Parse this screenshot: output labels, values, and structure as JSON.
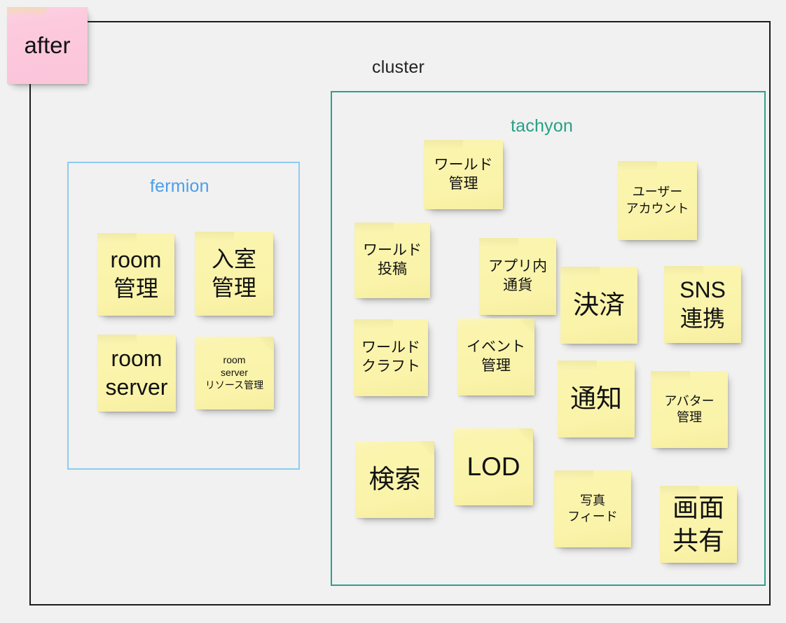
{
  "board": {
    "background_color": "#f1f1f1",
    "outer_frame_color": "#1c1c1c"
  },
  "pink_note": {
    "label": "after",
    "color": "#fcc9dd"
  },
  "labels": {
    "cluster": "cluster",
    "fermion": "fermion",
    "tachyon": "tachyon"
  },
  "colors": {
    "fermion_border": "#8ecbf0",
    "fermion_label": "#4a9eea",
    "tachyon_border": "#2f9e8f",
    "tachyon_label": "#26a086",
    "note_yellow": "#faf4ae"
  },
  "fermion_notes": [
    {
      "text": "room\n管理"
    },
    {
      "text": "入室\n管理"
    },
    {
      "text": "room\nserver"
    },
    {
      "text": "room\nserver\nリソース管理"
    }
  ],
  "tachyon_notes": [
    {
      "text": "ワールド\n管理"
    },
    {
      "text": "ユーザー\nアカウント"
    },
    {
      "text": "ワールド\n投稿"
    },
    {
      "text": "アプリ内\n通貨"
    },
    {
      "text": "決済"
    },
    {
      "text": "SNS\n連携"
    },
    {
      "text": "ワールド\nクラフト"
    },
    {
      "text": "イベント\n管理"
    },
    {
      "text": "通知"
    },
    {
      "text": "アバター\n管理"
    },
    {
      "text": "検索"
    },
    {
      "text": "LOD"
    },
    {
      "text": "写真\nフィード"
    },
    {
      "text": "画面\n共有"
    }
  ]
}
